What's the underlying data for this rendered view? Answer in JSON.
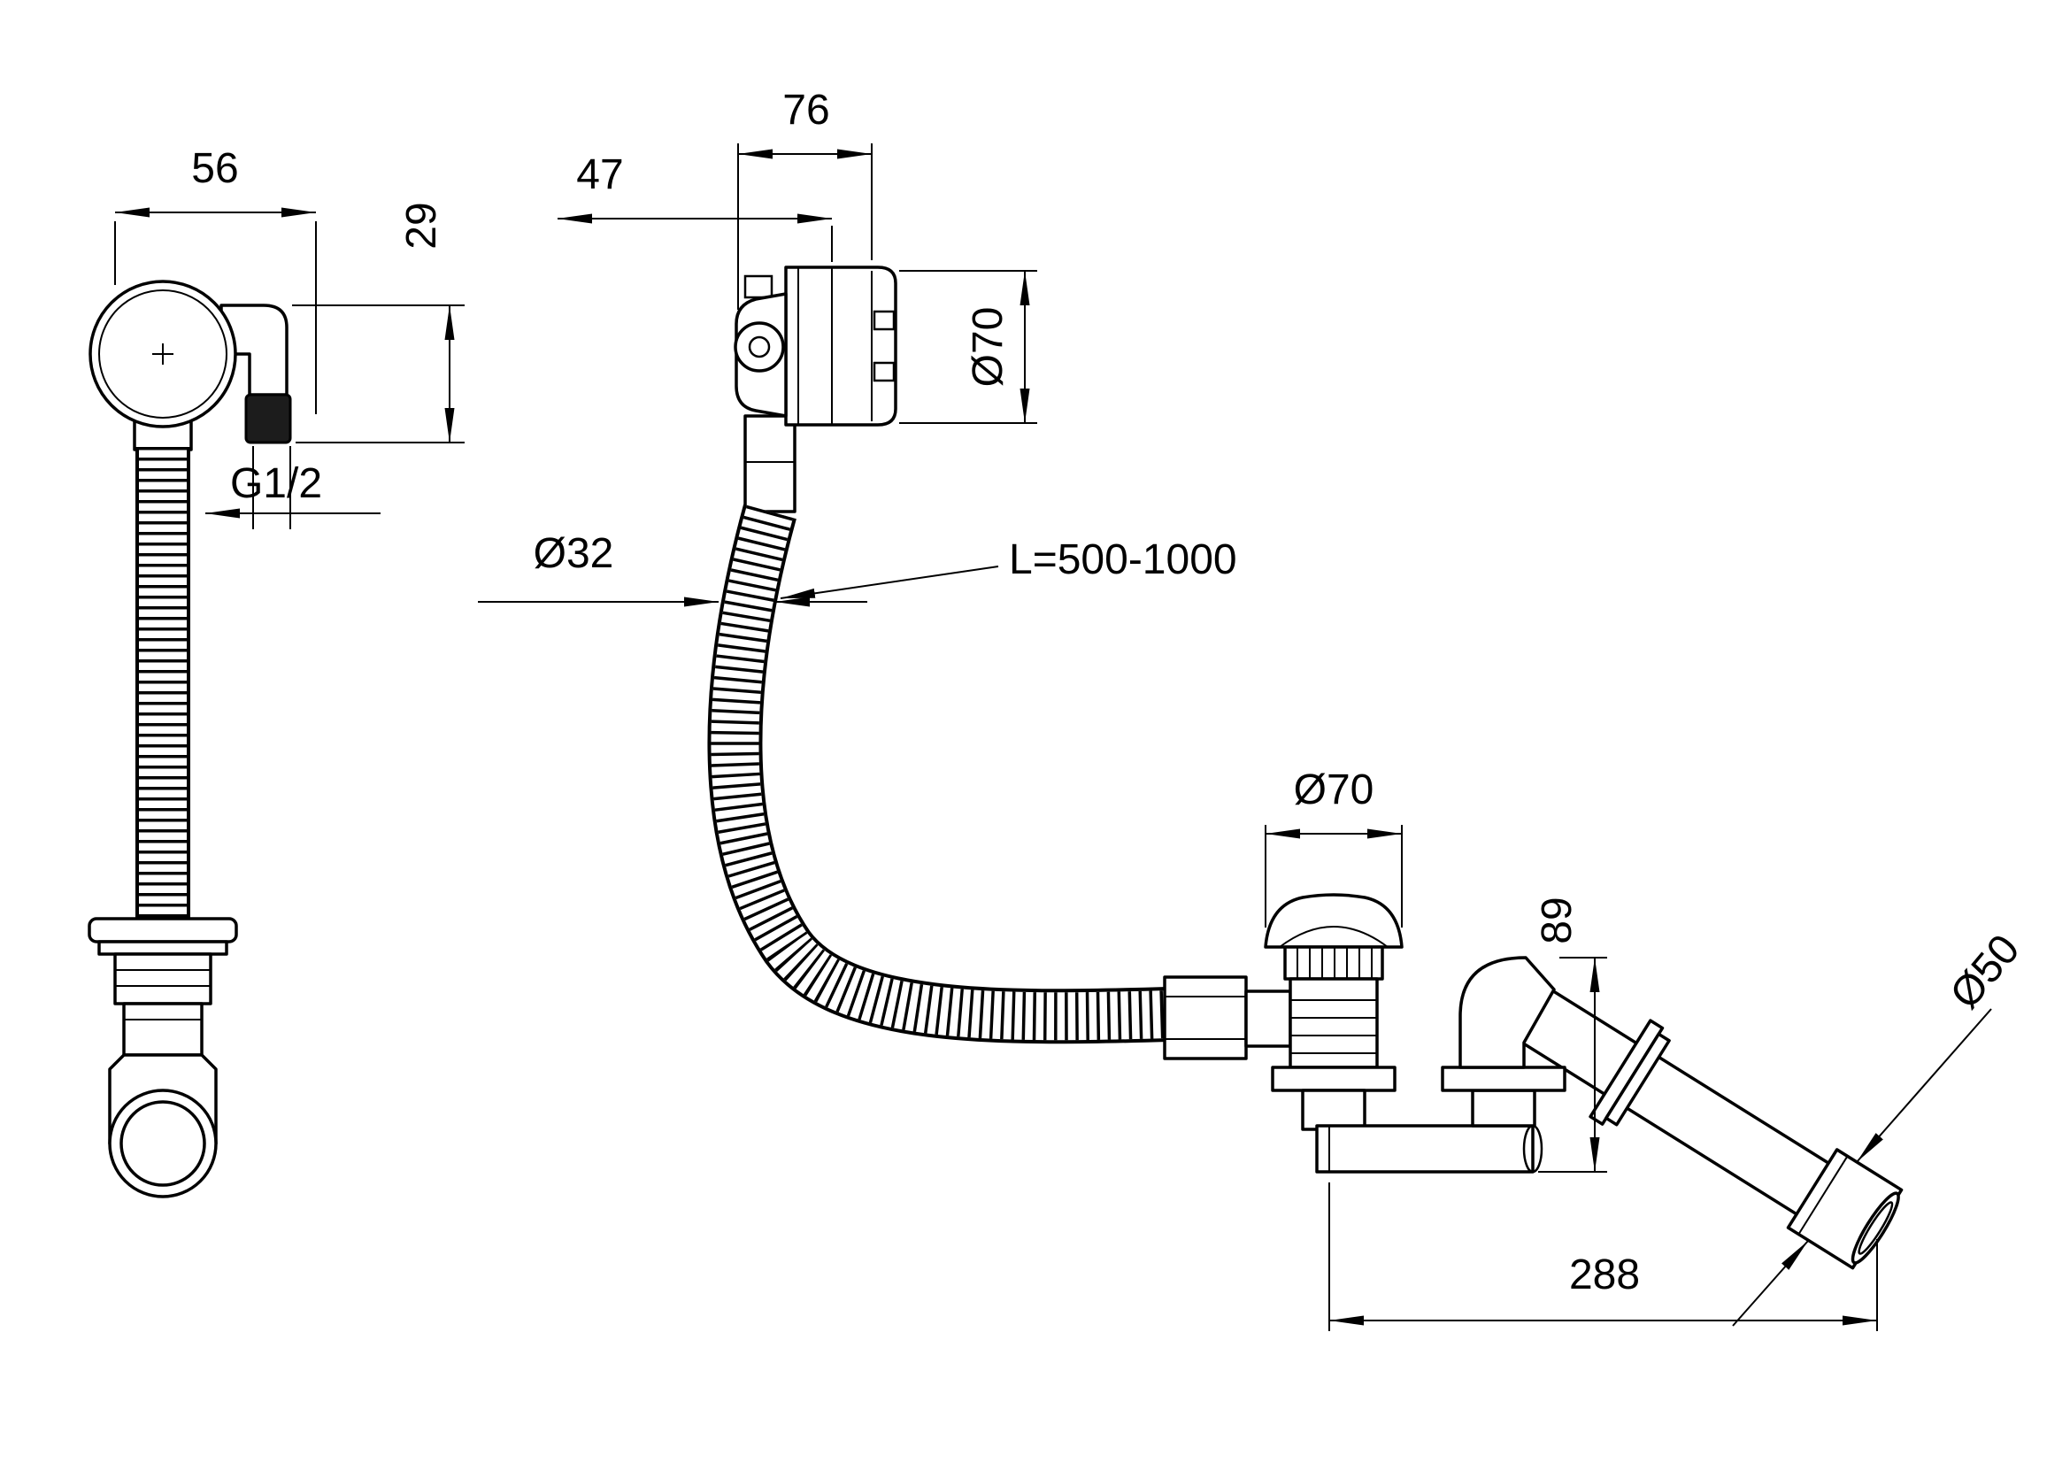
{
  "drawing": {
    "background_color": "#ffffff",
    "line_color": "#000000",
    "thread_fill_color": "#1c1c1c",
    "views": {
      "left": {
        "dims": {
          "overflow_width": "56",
          "elbow_height": "29",
          "outlet_thread": "G1/2"
        }
      },
      "middle": {
        "dims": {
          "body_depth": "76",
          "face_offset": "47",
          "rosette_diameter": "Ø70",
          "hose_diameter": "Ø32",
          "hose_length_range": "L=500-1000"
        }
      },
      "drain": {
        "dims": {
          "plug_diameter": "Ø70",
          "trap_height": "89",
          "outlet_diameter": "Ø50",
          "assembly_length": "288"
        }
      }
    }
  }
}
